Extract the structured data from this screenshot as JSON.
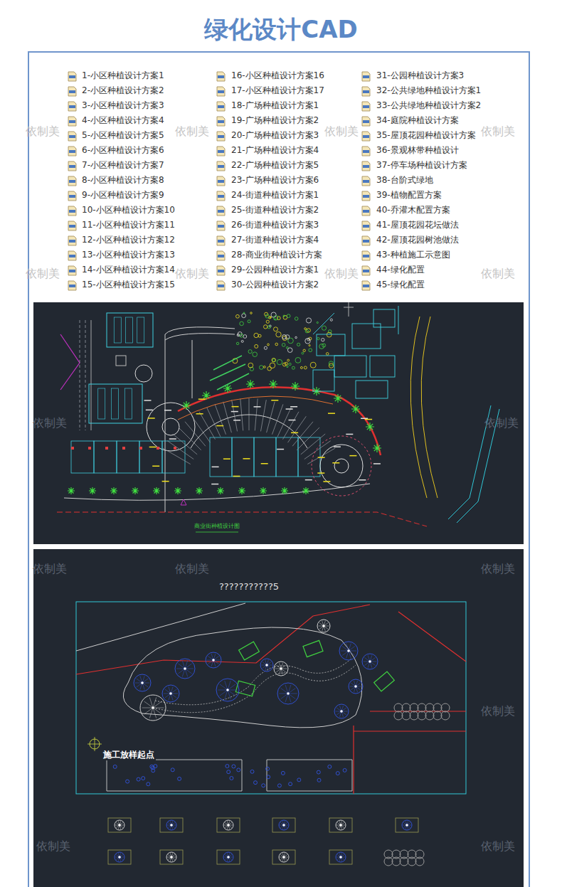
{
  "diagram": {
    "title": "绿化设计CAD",
    "labels": [
      "1-小区种植设计方案1",
      "2-小区种植设计方案2",
      "3-小区种植设计方案3",
      "4-小区种植设计方案4",
      "5-小区种植设计方案5",
      "6-小区种植设计方案6",
      "7-小区种植设计方案7",
      "8-小区种植设计方案8",
      "9-小区种植设计方案9",
      "10-小区种植设计方案10",
      "11-小区种植设计方案11",
      "12-小区种植设计方案12",
      "13-小区种植设计方案13",
      "14-小区种植设计方案14",
      "15-小区种植设计方案15",
      "16-小区种植设计方案16",
      "17-小区种植设计方案17",
      "18-广场种植设计方案1",
      "19-广场种植设计方案2",
      "20-广场种植设计方案3",
      "21-广场种植设计方案4",
      "22-广场种植设计方案5",
      "23-广场种植设计方案6",
      "24-街道种植设计方案1",
      "25-街道种植设计方案2",
      "26-街道种植设计方案3",
      "27-街道种植设计方案4",
      "28-商业街种植设计方案",
      "29-公园种植设计方案1",
      "30-公园种植设计方案2",
      "31-公园种植设计方案3",
      "32-公共绿地种植设计方案1",
      "33-公共绿地种植设计方案2",
      "34-庭院种植设计方案",
      "35-屋顶花园种植设计方案",
      "36-景观林带种植设计",
      "37-停车场种植设计方案",
      "38-台阶式绿地",
      "39-植物配置方案",
      "40-乔灌木配置方案",
      "41-屋顶花园花坛做法",
      "42-屋顶花园树池做法",
      "43-种植施工示意图",
      "44-绿化配置",
      "45-绿化配置",
      "商业街种植设计图",
      "???????????5",
      "施工放样起点",
      "依制美",
      "依制美",
      "依制美",
      "依制美",
      "依制美",
      "依制美",
      "依制美",
      "依制美",
      "依制美",
      "依制美",
      "依制美",
      "依制美",
      "依制美",
      "依制美",
      "依制美",
      "依制美"
    ]
  }
}
